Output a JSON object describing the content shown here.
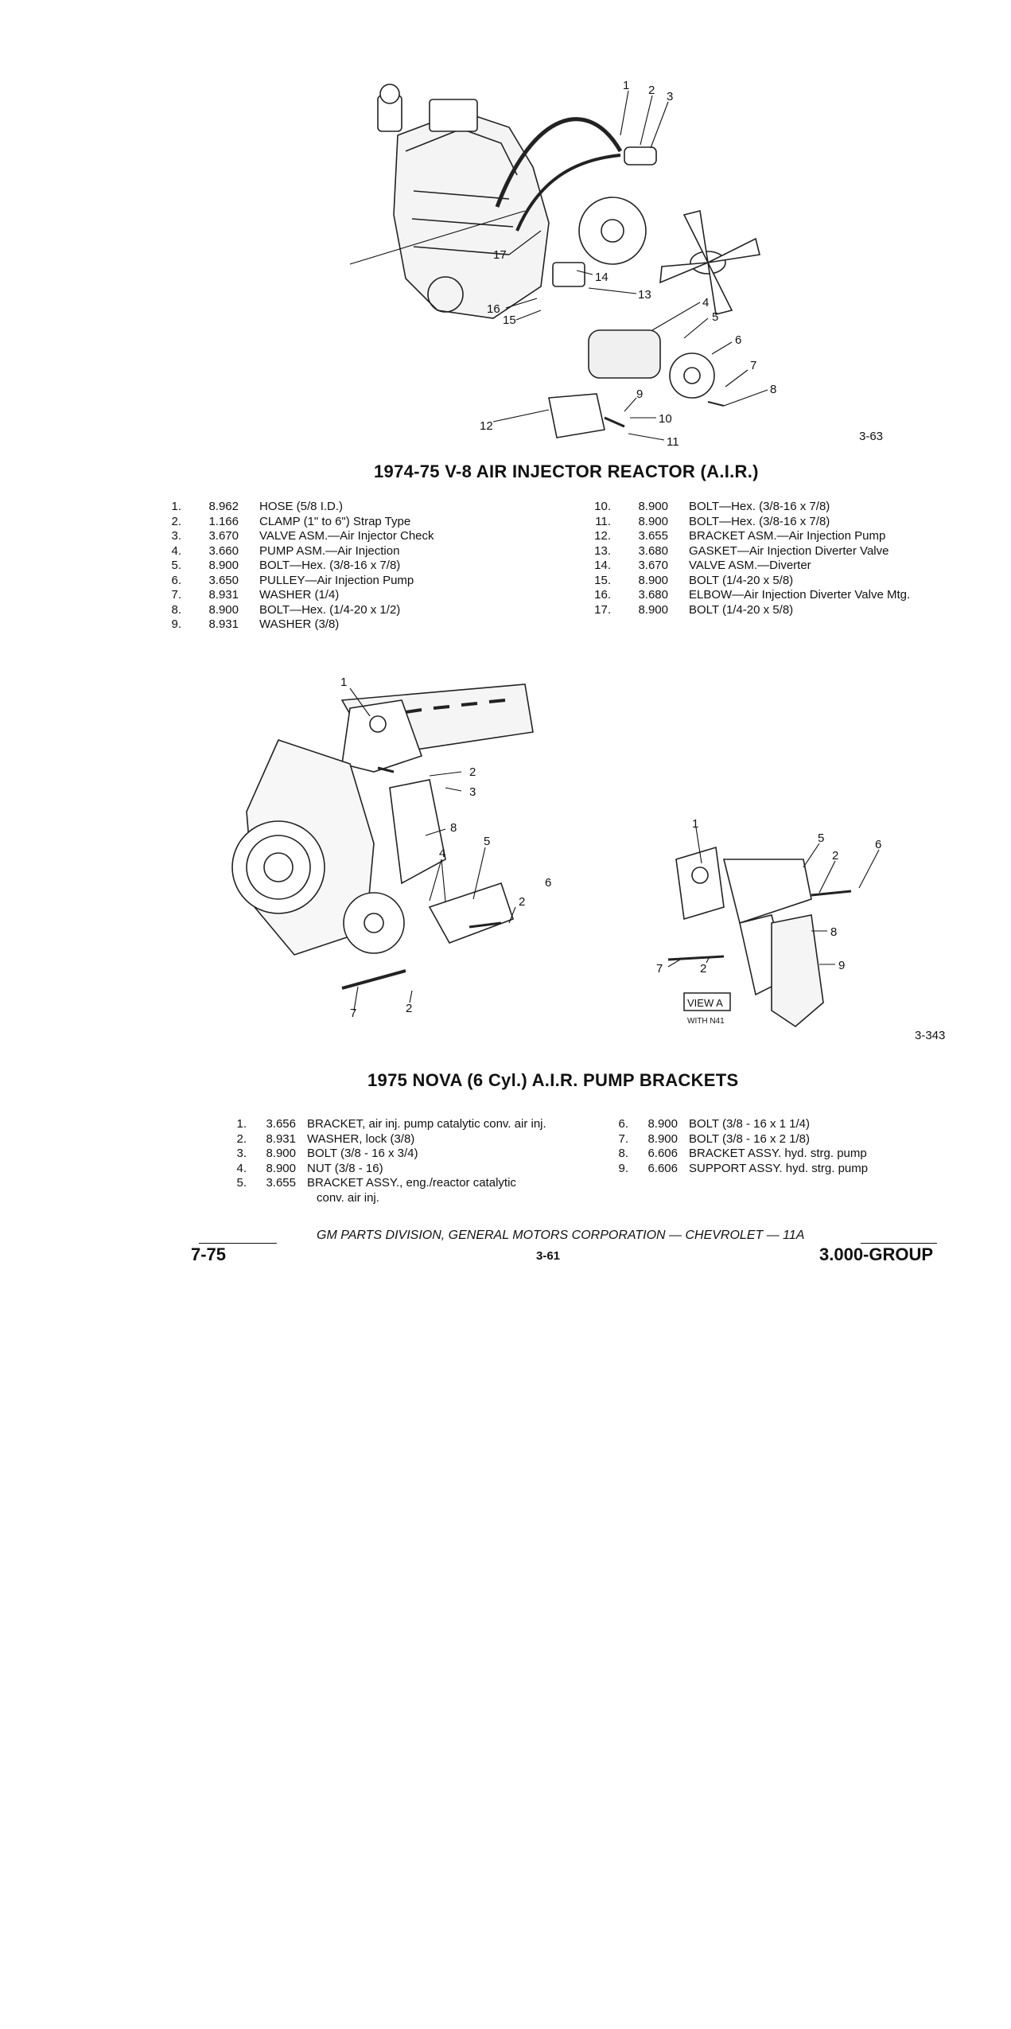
{
  "figure1": {
    "code": "3-63",
    "callouts": [
      "1",
      "2",
      "3",
      "1",
      "17",
      "14",
      "13",
      "16",
      "15",
      "4",
      "5",
      "6",
      "7",
      "8",
      "9",
      "10",
      "12",
      "11"
    ],
    "title": "1974-75 V-8 AIR INJECTOR REACTOR (A.I.R.)",
    "parts_left": [
      {
        "num": "1.",
        "code": "8.962",
        "desc": "HOSE (5/8 I.D.)"
      },
      {
        "num": "2.",
        "code": "1.166",
        "desc": "CLAMP (1\" to 6\") Strap Type"
      },
      {
        "num": "3.",
        "code": "3.670",
        "desc": "VALVE ASM.—Air Injector Check"
      },
      {
        "num": "4.",
        "code": "3.660",
        "desc": "PUMP ASM.—Air Injection"
      },
      {
        "num": "5.",
        "code": "8.900",
        "desc": "BOLT—Hex. (3/8-16 x 7/8)"
      },
      {
        "num": "6.",
        "code": "3.650",
        "desc": "PULLEY—Air Injection Pump"
      },
      {
        "num": "7.",
        "code": "8.931",
        "desc": "WASHER (1/4)"
      },
      {
        "num": "8.",
        "code": "8.900",
        "desc": "BOLT—Hex. (1/4-20 x 1/2)"
      },
      {
        "num": "9.",
        "code": "8.931",
        "desc": "WASHER (3/8)"
      }
    ],
    "parts_right": [
      {
        "num": "10.",
        "code": "8.900",
        "desc": "BOLT—Hex. (3/8-16 x 7/8)"
      },
      {
        "num": "11.",
        "code": "8.900",
        "desc": "BOLT—Hex. (3/8-16 x 7/8)"
      },
      {
        "num": "12.",
        "code": "3.655",
        "desc": "BRACKET ASM.—Air Injection Pump"
      },
      {
        "num": "13.",
        "code": "3.680",
        "desc": "GASKET—Air Injection Diverter Valve"
      },
      {
        "num": "14.",
        "code": "3.670",
        "desc": "VALVE ASM.—Diverter"
      },
      {
        "num": "15.",
        "code": "8.900",
        "desc": "BOLT (1/4-20 x 5/8)"
      },
      {
        "num": "16.",
        "code": "3.680",
        "desc": "ELBOW—Air Injection Diverter Valve Mtg."
      },
      {
        "num": "17.",
        "code": "8.900",
        "desc": "BOLT (1/4-20 x 5/8)"
      }
    ]
  },
  "figure2": {
    "code": "3-343",
    "callouts_left": [
      "1",
      "2",
      "3",
      "8",
      "4",
      "5",
      "6",
      "2",
      "7",
      "2"
    ],
    "callouts_right": [
      "1",
      "5",
      "2",
      "6",
      "8",
      "7",
      "2",
      "9"
    ],
    "view_label": "VIEW A",
    "view_sub": "WITH N41",
    "title": "1975 NOVA (6 Cyl.) A.I.R. PUMP BRACKETS",
    "parts_left": [
      {
        "num": "1.",
        "code": "3.656",
        "desc": "BRACKET, air inj. pump catalytic conv. air inj."
      },
      {
        "num": "2.",
        "code": "8.931",
        "desc": "WASHER, lock (3/8)"
      },
      {
        "num": "3.",
        "code": "8.900",
        "desc": "BOLT (3/8 - 16 x 3/4)"
      },
      {
        "num": "4.",
        "code": "8.900",
        "desc": "NUT (3/8 - 16)"
      },
      {
        "num": "5.",
        "code": "3.655",
        "desc": "BRACKET ASSY., eng./reactor catalytic"
      },
      {
        "num": "",
        "code": "",
        "desc": "conv. air inj."
      }
    ],
    "parts_right": [
      {
        "num": "6.",
        "code": "8.900",
        "desc": "BOLT (3/8 - 16 x 1 1/4)"
      },
      {
        "num": "7.",
        "code": "8.900",
        "desc": "BOLT (3/8 - 16 x 2 1/8)"
      },
      {
        "num": "8.",
        "code": "6.606",
        "desc": "BRACKET ASSY. hyd. strg. pump"
      },
      {
        "num": "9.",
        "code": "6.606",
        "desc": "SUPPORT ASSY. hyd. strg. pump"
      }
    ]
  },
  "footer": {
    "center": "GM PARTS DIVISION, GENERAL MOTORS CORPORATION — CHEVROLET — 11A",
    "left": "7-75",
    "page": "3-61",
    "right": "3.000-GROUP"
  }
}
